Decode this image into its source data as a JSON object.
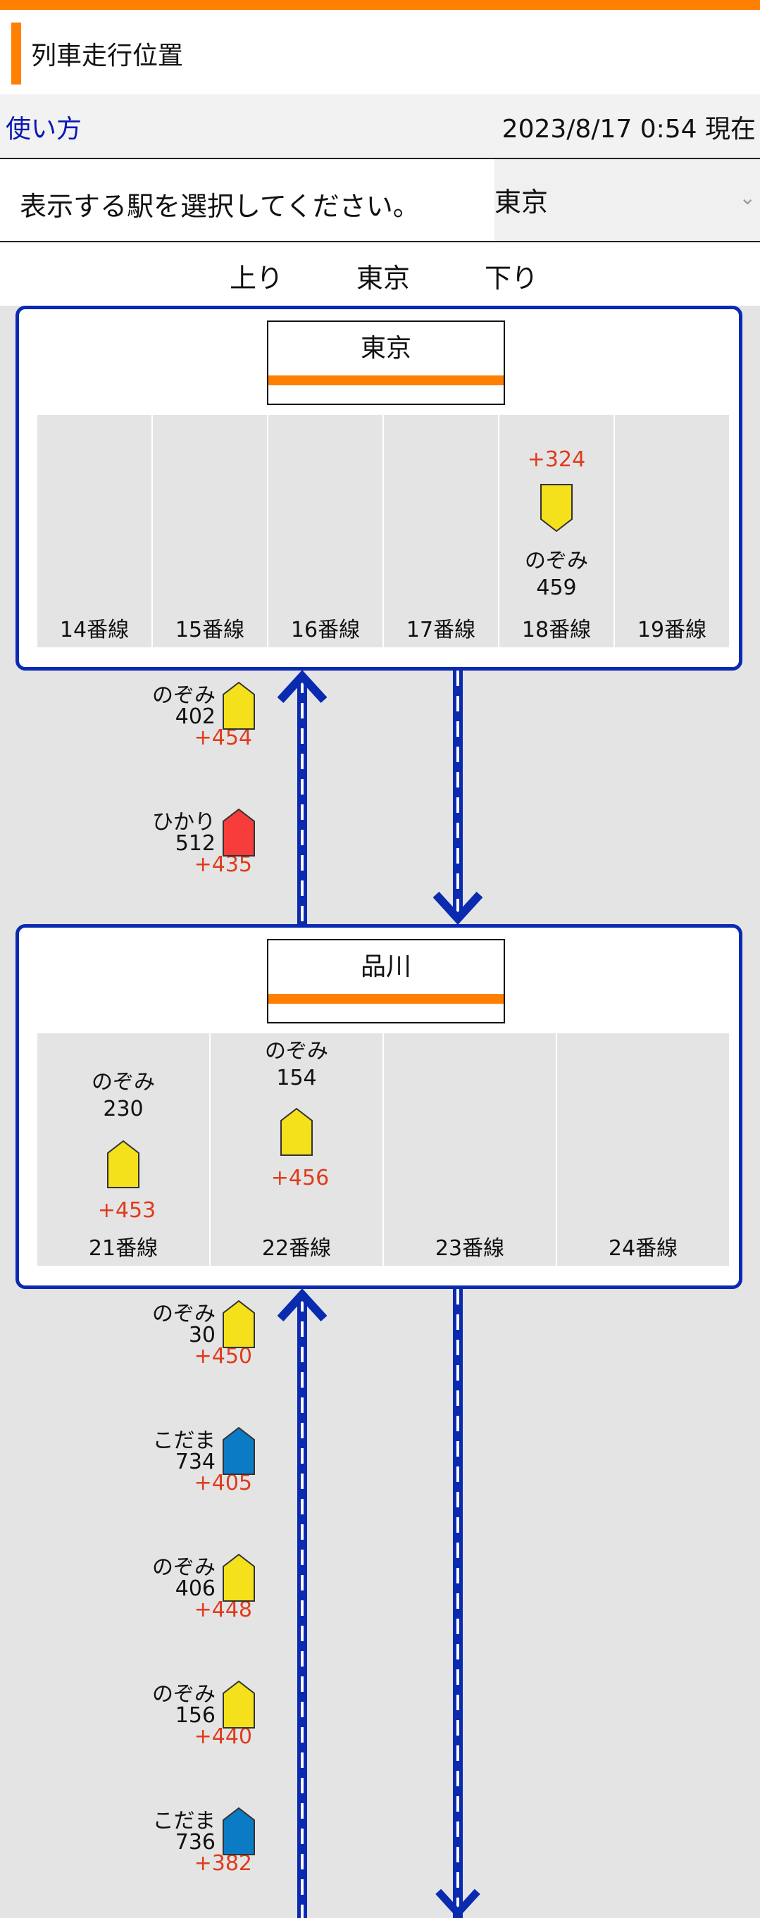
{
  "title": "列車走行位置",
  "help_link": "使い方",
  "timestamp": "2023/8/17 0:54 現在",
  "station_select": {
    "prompt": "表示する駅を選択してください。",
    "selected": "東京"
  },
  "direction": {
    "up": "上り",
    "current": "東京",
    "down": "下り"
  },
  "colors": {
    "accent": "#ff8000",
    "line": "#0a2ab0",
    "delay": "#e03b1c",
    "nozomi": "#f4e11c",
    "hikari": "#f73c3c",
    "kodama": "#0b7bc6"
  },
  "stations": [
    {
      "name": "東京",
      "platforms": [
        {
          "label": "14番線"
        },
        {
          "label": "15番線"
        },
        {
          "label": "16番線"
        },
        {
          "label": "17番線"
        },
        {
          "label": "18番線",
          "train": {
            "delay": "+324",
            "type": "nozomi",
            "name": "のぞみ",
            "number": "459"
          }
        },
        {
          "label": "19番線"
        }
      ]
    },
    {
      "name": "品川",
      "platforms": [
        {
          "label": "21番線",
          "train": {
            "name": "のぞみ",
            "number": "230",
            "type": "nozomi",
            "delay": "+453"
          }
        },
        {
          "label": "22番線",
          "train": {
            "name": "のぞみ",
            "number": "154",
            "type": "nozomi",
            "delay": "+456"
          }
        },
        {
          "label": "23番線"
        },
        {
          "label": "24番線"
        }
      ]
    }
  ],
  "segment1_up_trains": [
    {
      "name": "のぞみ",
      "number": "402",
      "delay": "+454",
      "type": "nozomi"
    },
    {
      "name": "ひかり",
      "number": "512",
      "delay": "+435",
      "type": "hikari"
    }
  ],
  "segment2_up_trains": [
    {
      "name": "のぞみ",
      "number": "30",
      "delay": "+450",
      "type": "nozomi"
    },
    {
      "name": "こだま",
      "number": "734",
      "delay": "+405",
      "type": "kodama"
    },
    {
      "name": "のぞみ",
      "number": "406",
      "delay": "+448",
      "type": "nozomi"
    },
    {
      "name": "のぞみ",
      "number": "156",
      "delay": "+440",
      "type": "nozomi"
    },
    {
      "name": "こだま",
      "number": "736",
      "delay": "+382",
      "type": "kodama"
    }
  ]
}
